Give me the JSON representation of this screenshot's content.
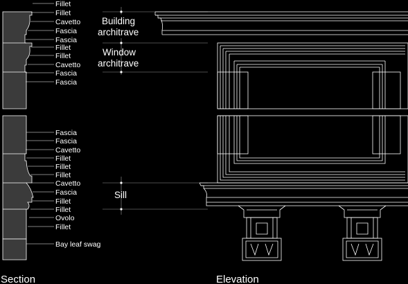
{
  "colors": {
    "background": "#000000",
    "line": "#ffffff",
    "fill": "#3b3b3b",
    "dimension": "#9a9a9a"
  },
  "section": {
    "caption": "Section",
    "upper_labels": [
      "Fillet",
      "Fillet",
      "Cavetto",
      "Fascia",
      "Fascia",
      "Fillet",
      "Fillet",
      "Cavetto",
      "Fascia",
      "Fascia"
    ],
    "lower_labels": [
      "Fascia",
      "Fascia",
      "Cavetto",
      "Fillet",
      "Fillet",
      "Fillet",
      "Cavetto",
      "Fascia",
      "Fillet",
      "Fillet",
      "Ovolo",
      "Fillet"
    ],
    "swag_label": "Bay leaf swag"
  },
  "elevation": {
    "caption": "Elevation",
    "building_architrave": [
      "Building",
      "architrave"
    ],
    "window_architrave": [
      "Window",
      "architrave"
    ],
    "sill": "Sill"
  }
}
